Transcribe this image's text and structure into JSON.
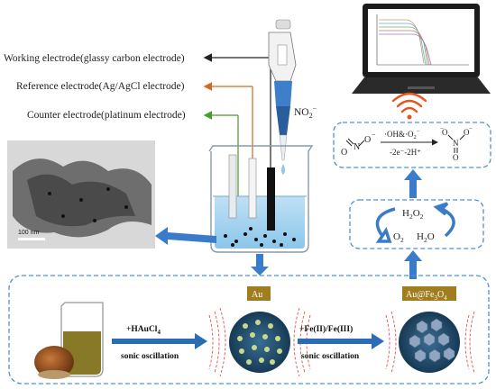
{
  "electrodes": {
    "working": "Working electrode(glassy carbon electrode)",
    "reference": "Reference electrode(Ag/AgCl electrode)",
    "counter": "Counter electrode(platinum electrode)"
  },
  "analyte": {
    "base": "NO",
    "sub": "2",
    "sup": "−"
  },
  "tem": {
    "scale_label": "100 nm"
  },
  "reaction": {
    "left_sup": "−",
    "above_main": "·OH&·O",
    "above_sub": "2",
    "above_sup": "−",
    "below": "-2e⁻-2H⁺",
    "right_sup_left": "−",
    "right_sup_right": "−",
    "right_o": "O"
  },
  "cycle": {
    "h2o2_a": "H",
    "h2o2_b": "2",
    "h2o2_c": "O",
    "h2o2_d": "2",
    "o2_a": "O",
    "o2_b": "2",
    "h2o_a": "H",
    "h2o_b": "2",
    "h2o_c": "O"
  },
  "synthesis": {
    "step1_prefix": "+HAuCl",
    "step1_sub": "4",
    "step1_sub_label": "sonic oscillation",
    "au_label": "Au",
    "step2_label": "+Fe(II)/Fe(III)",
    "step2_sub_label": "sonic oscillation",
    "product_a": "Au@Fe",
    "product_b": "3",
    "product_c": "O",
    "product_d": "4"
  },
  "colors": {
    "dashed_box": "#4a90d9",
    "arrow_blue": "#3a7cc9",
    "working_line": "#222222",
    "reference_line": "#d2691e",
    "counter_line": "#4a9a2a",
    "label_box": "#a07d1e"
  }
}
